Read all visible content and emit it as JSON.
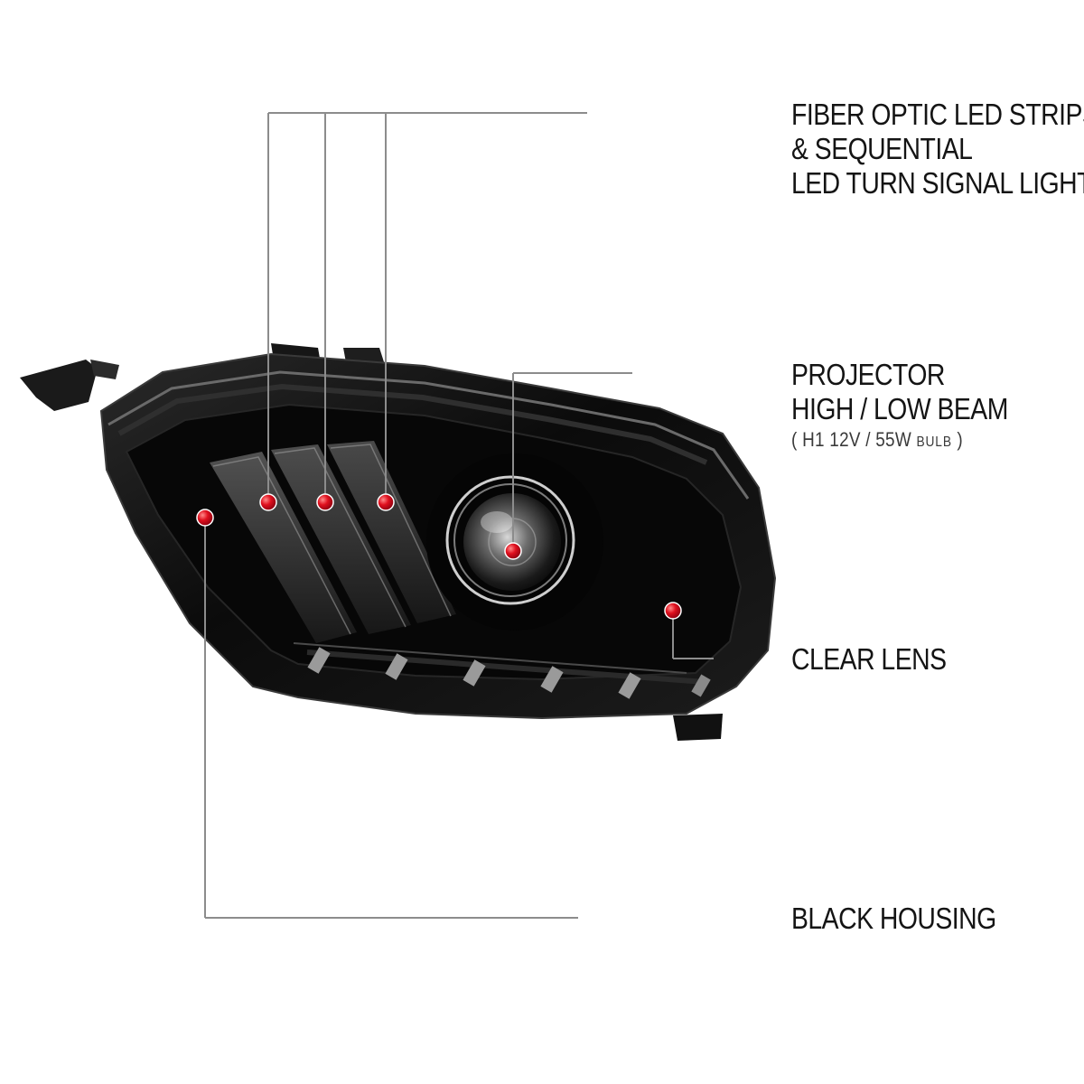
{
  "callouts": {
    "fiber": {
      "lines": [
        "FIBER OPTIC LED STRIPS",
        "& SEQUENTIAL",
        "LED TURN SIGNAL LIGHT"
      ]
    },
    "projector": {
      "lines": [
        "PROJECTOR",
        "HIGH / LOW BEAM"
      ],
      "spec_open": "( ",
      "spec_main": "H1 12V / 55W ",
      "spec_small": "BULB",
      "spec_close": " )"
    },
    "lens": {
      "lines": [
        "CLEAR LENS"
      ]
    },
    "housing": {
      "lines": [
        "BLACK HOUSING"
      ]
    }
  },
  "colors": {
    "leader_gray": "#8c8c8c",
    "leader_red": "#c8102e",
    "dot_red": "#d0021b",
    "housing": "#0d0d0d",
    "text": "#141414"
  }
}
